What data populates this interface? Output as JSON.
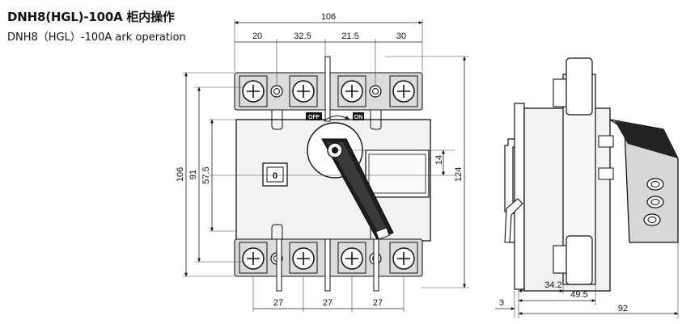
{
  "title": {
    "main": "DNH8(HGL)-100A 柜内操作",
    "sub": "DNH8（HGL）-100A ark operation"
  },
  "front_view": {
    "top_dims": {
      "overall": "106",
      "seg1": "20",
      "seg2": "32.5",
      "seg3": "21.5",
      "seg4": "30"
    },
    "left_dims": {
      "overall": "106",
      "mid": "91",
      "inner": "57.5"
    },
    "right_dims": {
      "small": "14",
      "overall": "124"
    },
    "bottom_dims": {
      "pitch1": "27",
      "pitch2": "27",
      "pitch3": "27"
    },
    "switch_labels": {
      "off": "OFF",
      "on": "ON"
    },
    "indicator": "0"
  },
  "side_view": {
    "dims": {
      "d1": "34.2",
      "d2": "49.5",
      "d3": "92",
      "d4": "3"
    }
  }
}
